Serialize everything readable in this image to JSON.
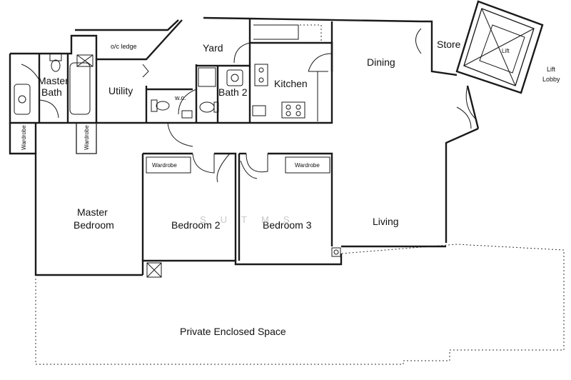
{
  "rooms": {
    "master_bath": [
      "Master",
      "Bath"
    ],
    "utility": "Utility",
    "oc_ledge": "o/c ledge",
    "yard": "Yard",
    "wc": "w.c.",
    "bath2": "Bath 2",
    "kitchen": "Kitchen",
    "dining": "Dining",
    "store": "Store",
    "lift": "Lift",
    "lift_lobby": [
      "Lift",
      "Lobby"
    ],
    "master_bedroom": [
      "Master",
      "Bedroom"
    ],
    "bedroom2": "Bedroom 2",
    "bedroom3": "Bedroom 3",
    "living": "Living",
    "wardrobe": "Wardrobe",
    "private_space": "Private Enclosed Space",
    "watermark": "SUTMS"
  }
}
